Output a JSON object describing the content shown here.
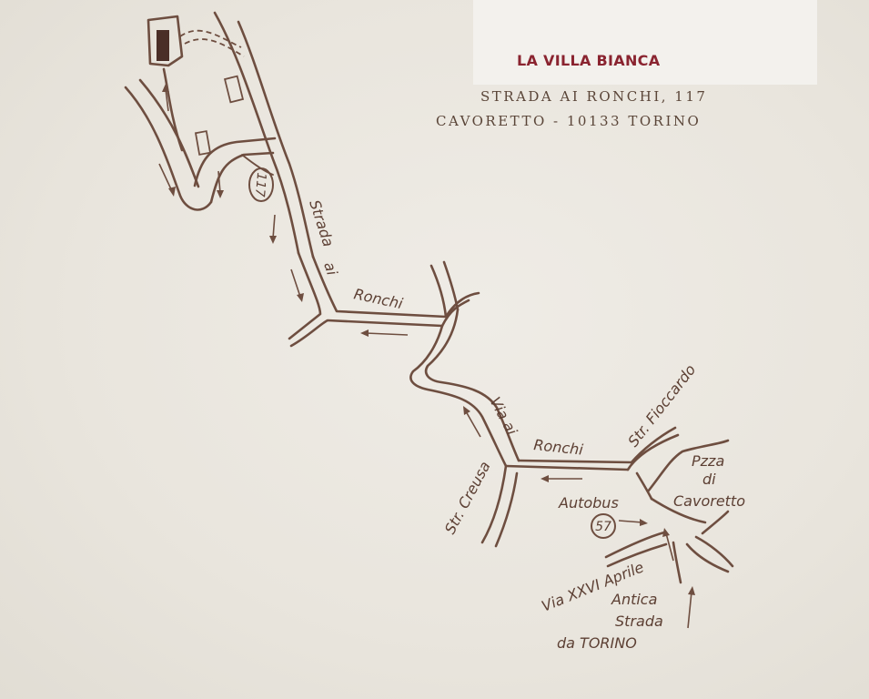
{
  "title": "LA VILLA BIANCA",
  "address": {
    "line1": "STRADA AI RONCHI, 117",
    "line2": "CAVORETTO - 10133 TORINO"
  },
  "labels": {
    "strada": "Strada",
    "ai": "ai",
    "ronchi_upper": "Ronchi",
    "via_ai": "Via ai",
    "ronchi_lower": "Ronchi",
    "str_fioccardo": "Str. Fioccardo",
    "str_creusa": "Str. Creusa",
    "pzza": "Pzza",
    "di": "di",
    "cavoretto": "Cavoretto",
    "autobus": "Autobus",
    "bus_number": "57",
    "house_number": "117",
    "via_xxvi_aprile": "Via XXVI Aprile",
    "antica": "Antica",
    "strada_lower": "Strada",
    "da_torino": "da TORINO"
  },
  "colors": {
    "paper": "#e9e5dd",
    "ink": "#6e4e40",
    "title": "#8a2430"
  },
  "icons": [
    "villa-building-icon",
    "house-number-badge-icon",
    "bus-stop-badge-icon",
    "direction-arrow-icon"
  ]
}
